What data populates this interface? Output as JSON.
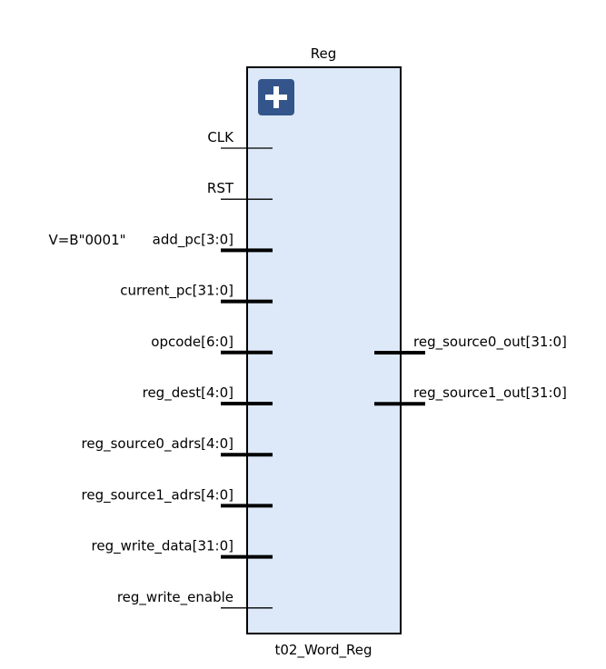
{
  "block": {
    "instance_name": "Reg",
    "module_name": "t02_Word_Reg",
    "fill_color": "#dde9f8",
    "border_color": "#000000",
    "expand_icon": "plus-icon",
    "expand_icon_color": "#34558b"
  },
  "inputs": [
    {
      "name": "CLK",
      "bus": false
    },
    {
      "name": "RST",
      "bus": false
    },
    {
      "name": "add_pc[3:0]",
      "bus": true
    },
    {
      "name": "current_pc[31:0]",
      "bus": true
    },
    {
      "name": "opcode[6:0]",
      "bus": true
    },
    {
      "name": "reg_dest[4:0]",
      "bus": true
    },
    {
      "name": "reg_source0_adrs[4:0]",
      "bus": true
    },
    {
      "name": "reg_source1_adrs[4:0]",
      "bus": true
    },
    {
      "name": "reg_write_data[31:0]",
      "bus": true
    },
    {
      "name": "reg_write_enable",
      "bus": false
    }
  ],
  "outputs": [
    {
      "name": "reg_source0_out[31:0]",
      "bus": true
    },
    {
      "name": "reg_source1_out[31:0]",
      "bus": true
    }
  ],
  "constant": {
    "text": "V=B\"0001\"",
    "port": "add_pc[3:0]"
  }
}
